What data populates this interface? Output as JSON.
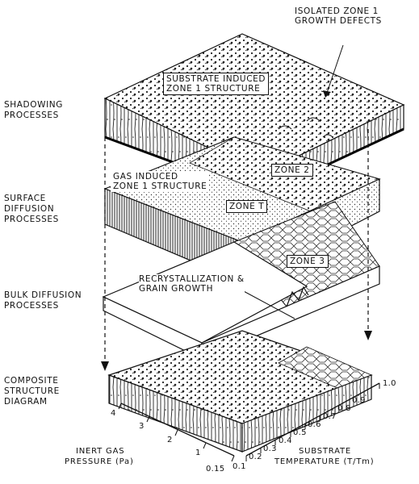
{
  "callouts": {
    "isolated_defects_line1": "ISOLATED ZONE 1",
    "isolated_defects_line2": "GROWTH DEFECTS",
    "substrate_induced_line1": "SUBSTRATE INDUCED",
    "substrate_induced_line2": "ZONE 1 STRUCTURE",
    "gas_induced_line1": "GAS INDUCED",
    "gas_induced_line2": "ZONE 1 STRUCTURE",
    "zone2": "ZONE 2",
    "zoneT": "ZONE T",
    "zone3": "ZONE 3",
    "recrystallization_line1": "RECRYSTALLIZATION &",
    "recrystallization_line2": "GRAIN GROWTH"
  },
  "process_labels": {
    "shadowing_line1": "SHADOWING",
    "shadowing_line2": "PROCESSES",
    "surface_line1": "SURFACE",
    "surface_line2": "DIFFUSION",
    "surface_line3": "PROCESSES",
    "bulk_line1": "BULK DIFFUSION",
    "bulk_line2": "PROCESSES",
    "composite_line1": "COMPOSITE",
    "composite_line2": "STRUCTURE",
    "composite_line3": "DIAGRAM"
  },
  "axes": {
    "pressure_label_line1": "INERT GAS",
    "pressure_label_line2": "PRESSURE (Pa)",
    "pressure_ticks": [
      "4",
      "3",
      "2",
      "1",
      "0.15"
    ],
    "temperature_label_line1": "SUBSTRATE",
    "temperature_label_line2": "TEMPERATURE (T/Tm)",
    "temperature_ticks": [
      "0.1",
      "0.2",
      "0.3",
      "0.4",
      "0.5",
      "0.6",
      "0.7",
      "0.8",
      "0.9",
      "1.0"
    ]
  }
}
